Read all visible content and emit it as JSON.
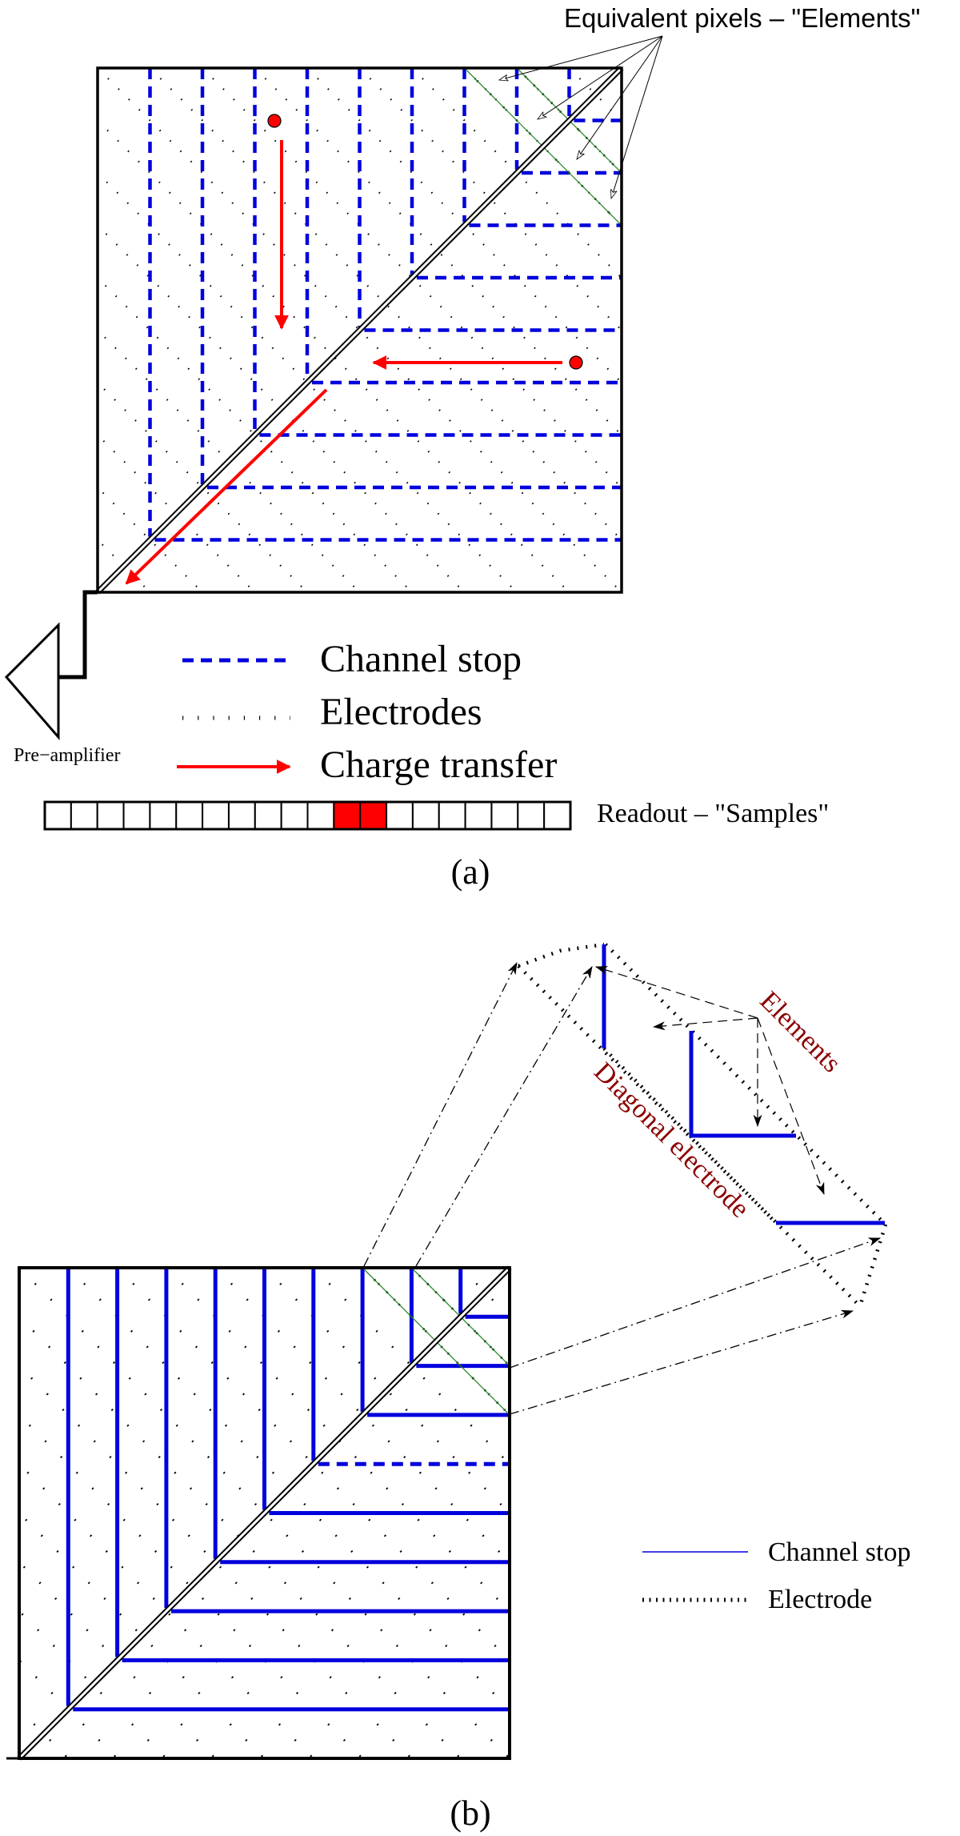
{
  "panel_a": {
    "caption": "(a)",
    "annotation": "Equivalent pixels – \"Elements\"",
    "preamp_label": "Pre−amplifier",
    "grid_cells": 10,
    "legend": [
      {
        "key": "channel_stop",
        "label": "Channel stop",
        "style": "dashed",
        "color": "#0000dd"
      },
      {
        "key": "electrodes",
        "label": "Electrodes",
        "style": "dotted",
        "color": "#000000"
      },
      {
        "key": "charge_transfer",
        "label": "Charge transfer",
        "style": "arrow",
        "color": "#ff0000"
      }
    ],
    "readout": {
      "label": "Readout – \"Samples\"",
      "cell_count": 20,
      "filled_cells": [
        12,
        13
      ],
      "fill_color": "#ff0000"
    }
  },
  "panel_b": {
    "caption": "(b)",
    "grid_cells": 10,
    "dashed_row": 4,
    "zoom_labels": {
      "elements": "Elements",
      "diagonal_electrode": "Diagonal electrode",
      "label_color": "#8b0000"
    },
    "legend": [
      {
        "key": "channel_stop",
        "label": "Channel stop",
        "style": "solid",
        "color": "#0000dd"
      },
      {
        "key": "electrode",
        "label": "Electrode",
        "style": "dotted",
        "color": "#000000"
      }
    ]
  },
  "colors": {
    "channel_stop": "#0000dd",
    "charge": "#ff0000",
    "element_boundary": "#2e8b2e",
    "outline": "#000000"
  }
}
